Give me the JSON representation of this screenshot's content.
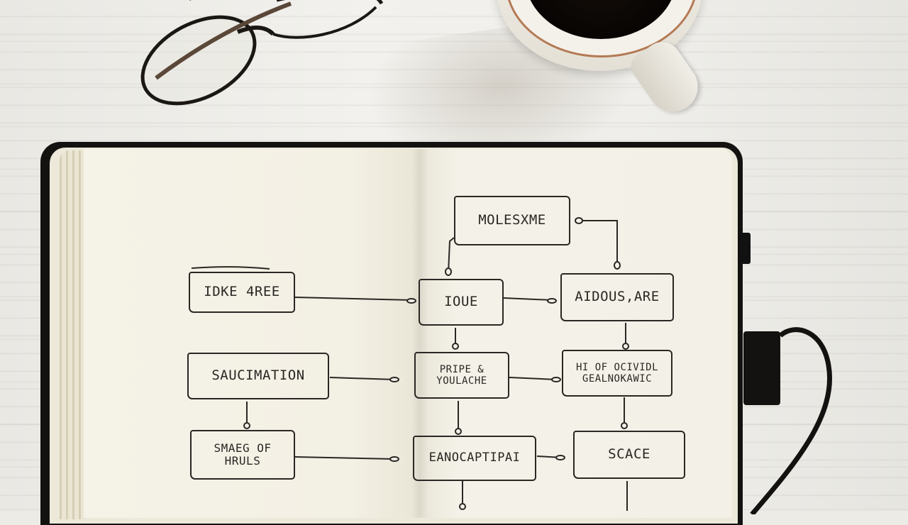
{
  "scene": {
    "description": "Top-down photo of an open notebook with a hand-drawn flowchart, eyeglasses and a cup of black coffee on a white wooden desk",
    "objects": [
      "eyeglasses",
      "coffee-mug",
      "notebook",
      "elastic-band"
    ],
    "colors": {
      "desk": "#ecebe6",
      "page": "#f3f1e7",
      "cover": "#141210",
      "ink": "#2a2724",
      "coffee": "#0b0705",
      "mug_rim": "#b47a55"
    }
  },
  "flowchart": {
    "nodes": [
      {
        "id": "n1",
        "lines": [
          "MOLESXME"
        ]
      },
      {
        "id": "n2",
        "lines": [
          "IDKE 4REE"
        ]
      },
      {
        "id": "n3",
        "lines": [
          "IOUE"
        ]
      },
      {
        "id": "n4",
        "lines": [
          "AIDOUS,ARE"
        ]
      },
      {
        "id": "n5",
        "lines": [
          "SAUCIMATION"
        ]
      },
      {
        "id": "n6",
        "lines": [
          "PRIPE &",
          "YOULACHE"
        ]
      },
      {
        "id": "n7",
        "lines": [
          "HI OF OCIVIDL",
          "GEALNOKAWIC"
        ]
      },
      {
        "id": "n8",
        "lines": [
          "SMAEG OF",
          "HRULS"
        ]
      },
      {
        "id": "n9",
        "lines": [
          "EANOCAPTIPAI"
        ]
      },
      {
        "id": "n10",
        "lines": [
          "SCACE"
        ]
      }
    ],
    "connections": [
      {
        "from": "n1",
        "to": "n3"
      },
      {
        "from": "n1",
        "to": "n4"
      },
      {
        "from": "n2",
        "to": "n3"
      },
      {
        "from": "n3",
        "to": "n4"
      },
      {
        "from": "n3",
        "to": "n6"
      },
      {
        "from": "n4",
        "to": "n7"
      },
      {
        "from": "n5",
        "to": "n6"
      },
      {
        "from": "n5",
        "to": "n8"
      },
      {
        "from": "n6",
        "to": "n7"
      },
      {
        "from": "n6",
        "to": "n9"
      },
      {
        "from": "n7",
        "to": "n10"
      },
      {
        "from": "n8",
        "to": "n9"
      },
      {
        "from": "n9",
        "to": "n10"
      }
    ]
  }
}
